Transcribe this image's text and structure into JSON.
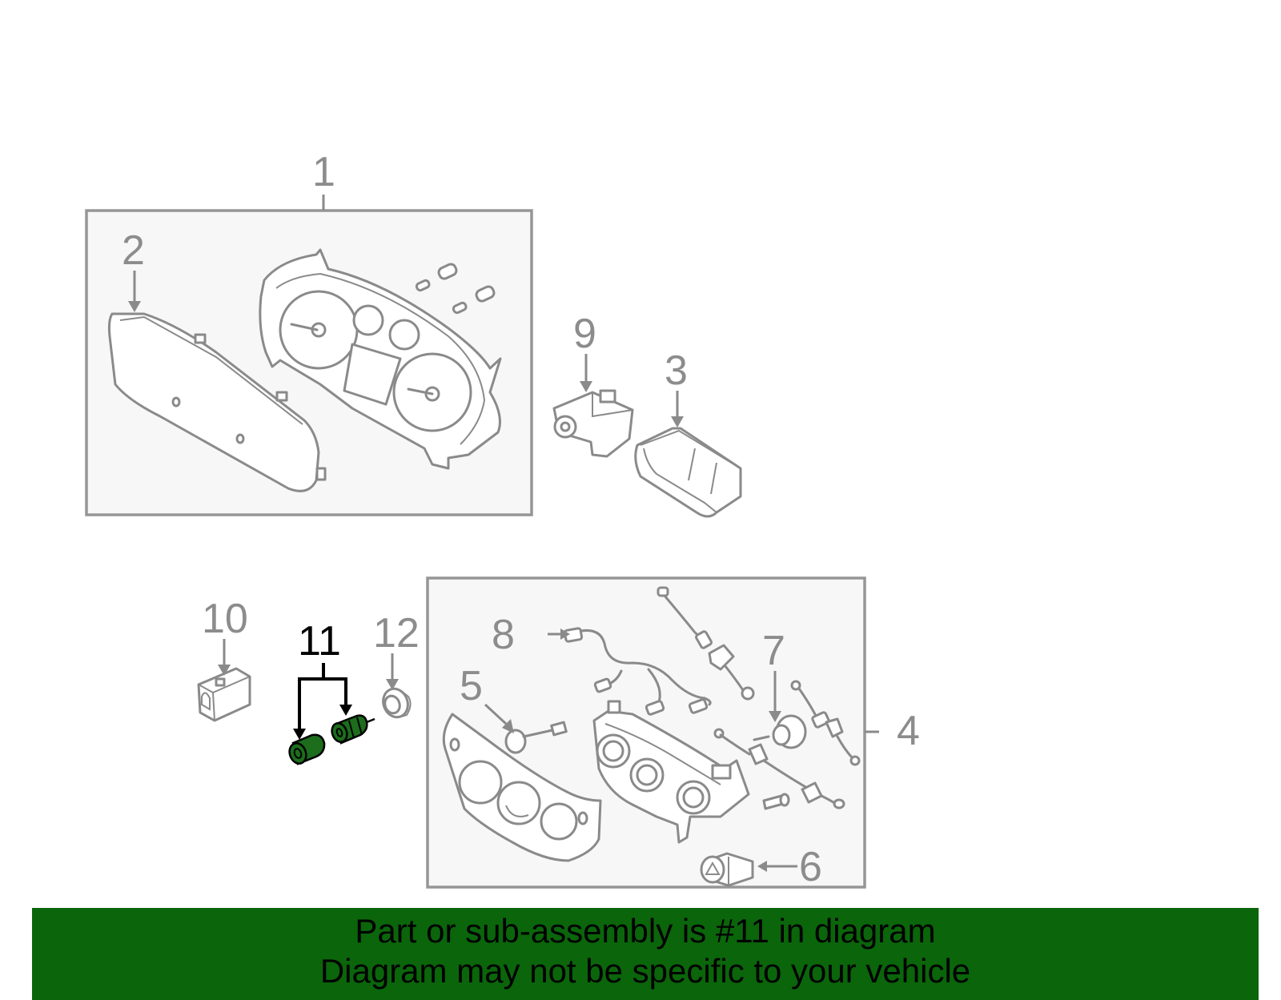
{
  "diagram": {
    "callouts": [
      "1",
      "2",
      "3",
      "4",
      "5",
      "6",
      "7",
      "8",
      "9",
      "10",
      "11",
      "12"
    ],
    "highlighted_part": "11",
    "colors": {
      "highlight": "#1c6d1c",
      "banner": "#0b650b",
      "line_art": "#8a8a8a"
    }
  },
  "banner": {
    "line1": "Part or sub-assembly is #11 in diagram",
    "line2": "Diagram may not be specific to your vehicle"
  }
}
